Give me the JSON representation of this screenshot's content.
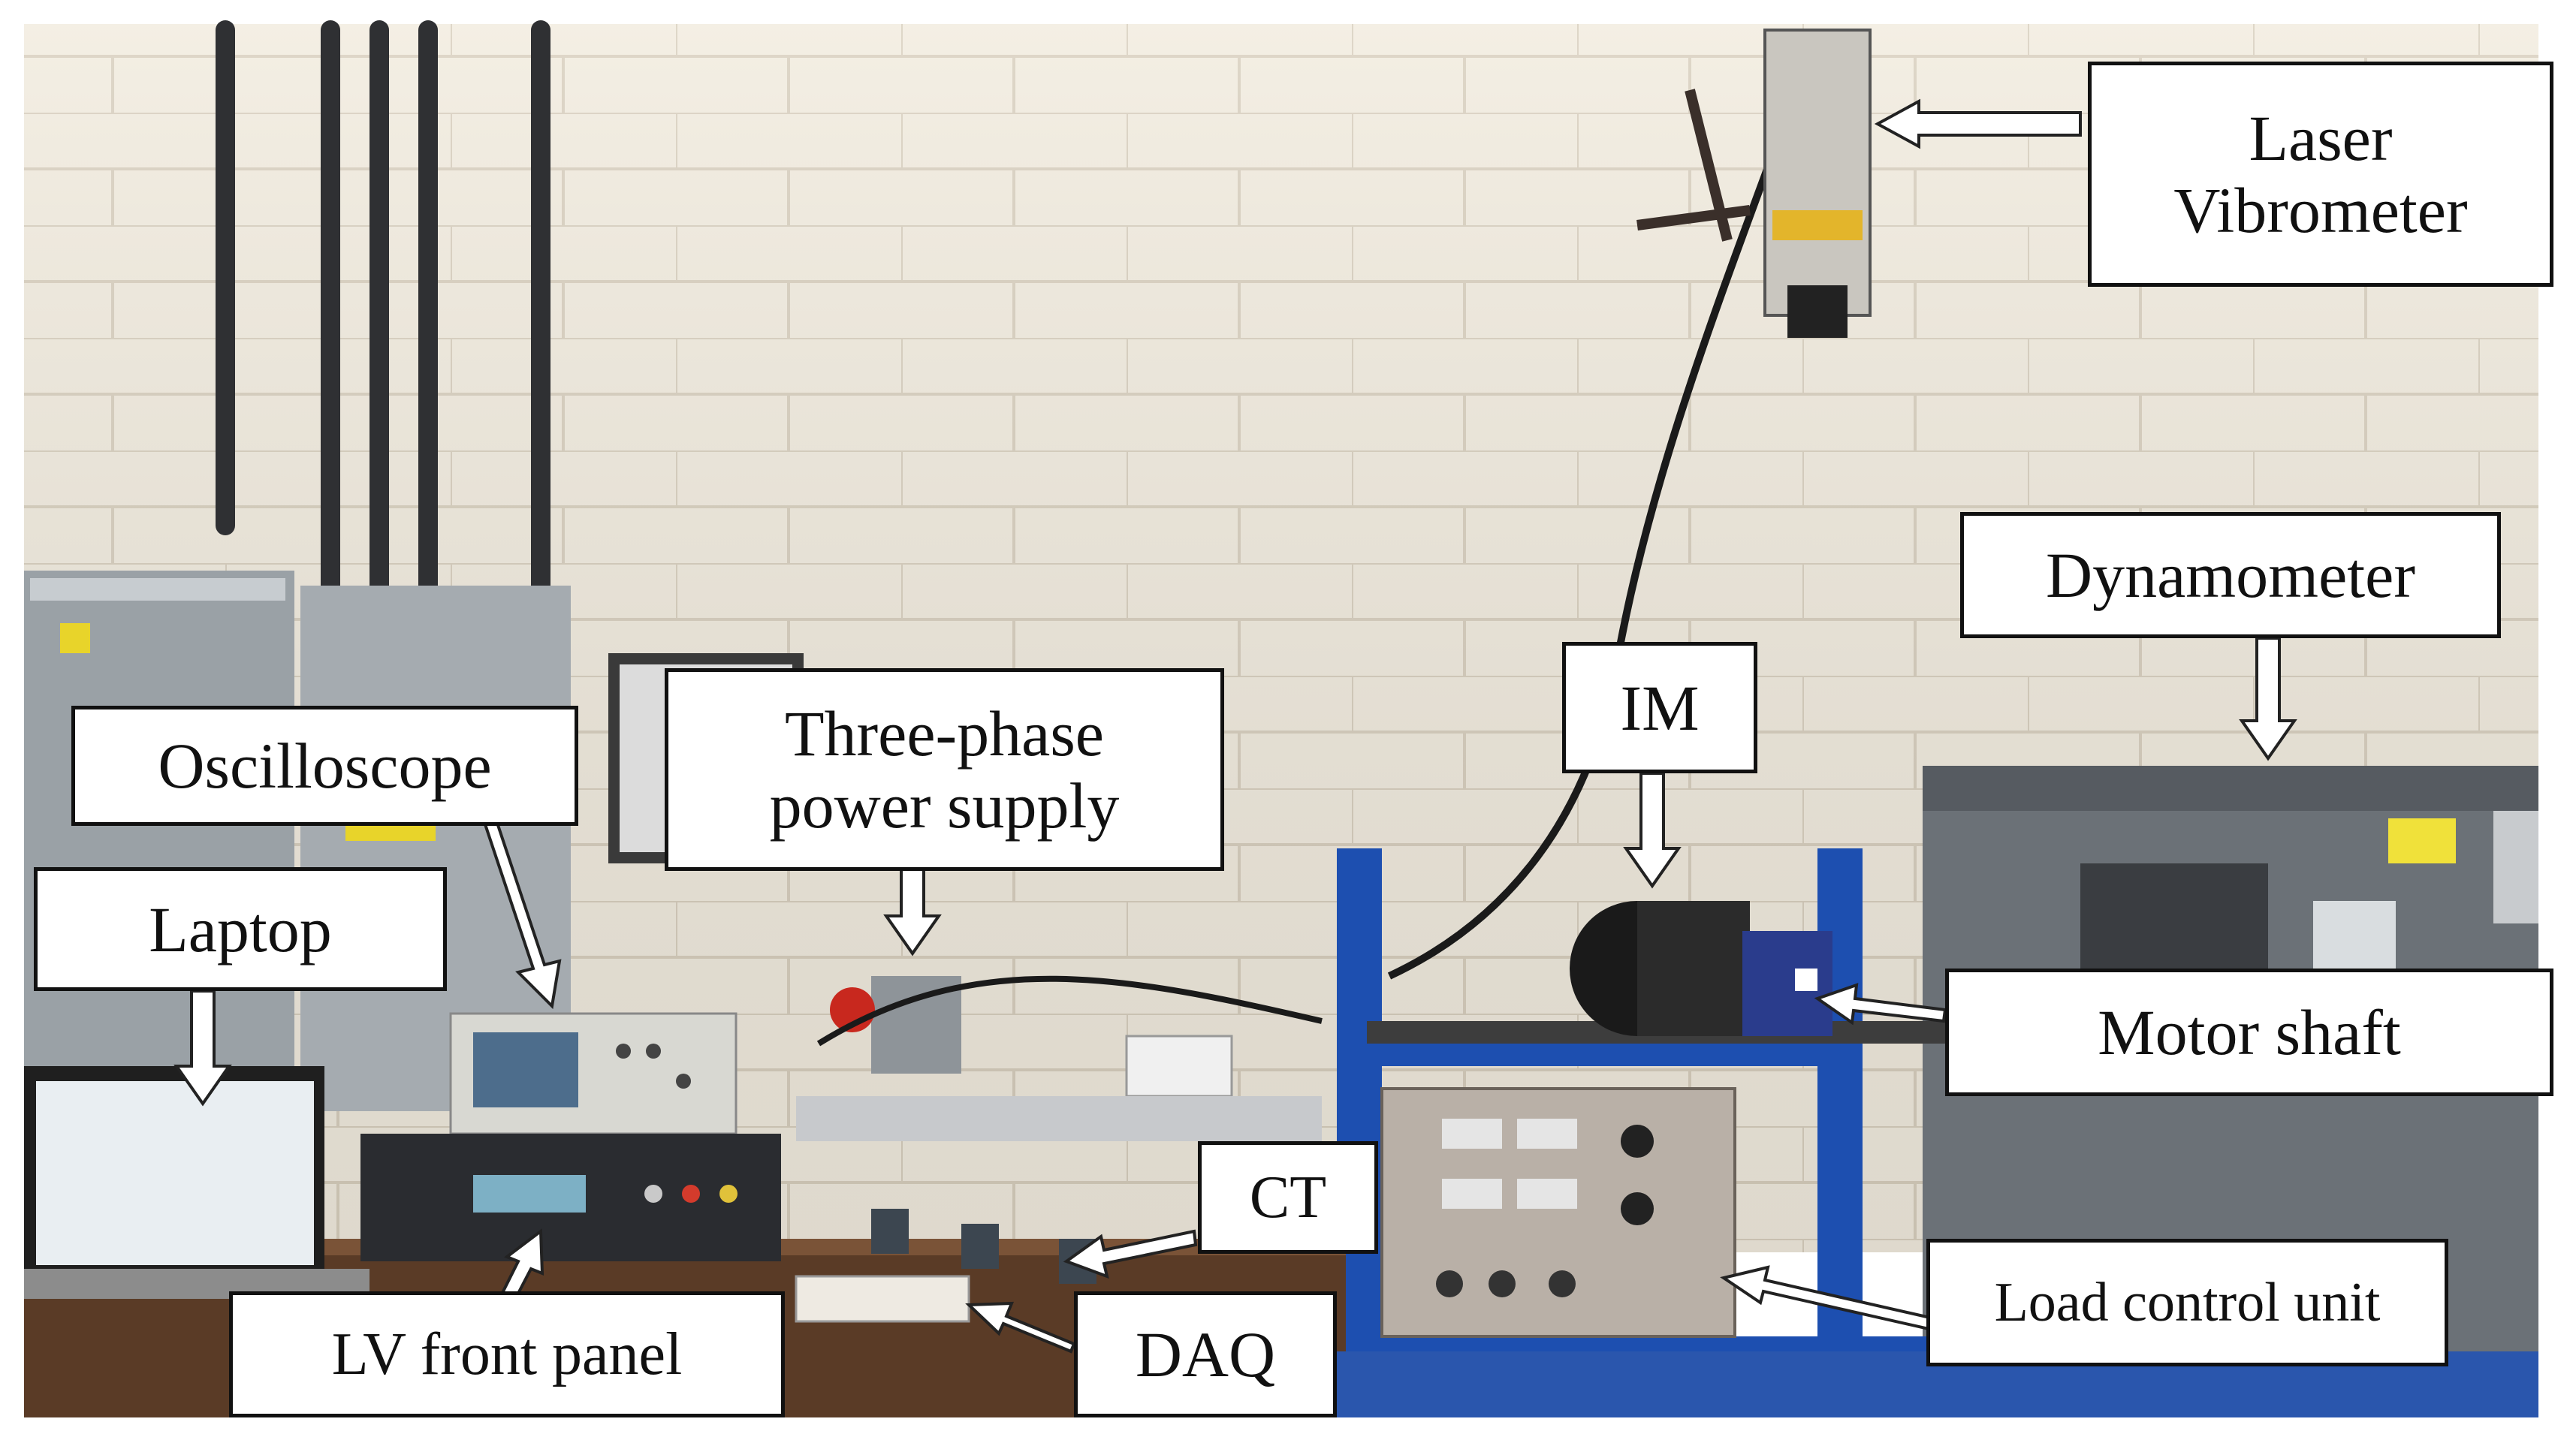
{
  "labels": {
    "laser_vibrometer": [
      "Laser",
      "Vibrometer"
    ],
    "dynamometer": "Dynamometer",
    "im": "IM",
    "three_phase": [
      "Three-phase",
      "power supply"
    ],
    "oscilloscope": "Oscilloscope",
    "laptop": "Laptop",
    "motor_shaft": "Motor shaft",
    "ct": "CT",
    "load_control_unit": "Load control unit",
    "daq": "DAQ",
    "lv_front_panel": "LV front panel"
  }
}
